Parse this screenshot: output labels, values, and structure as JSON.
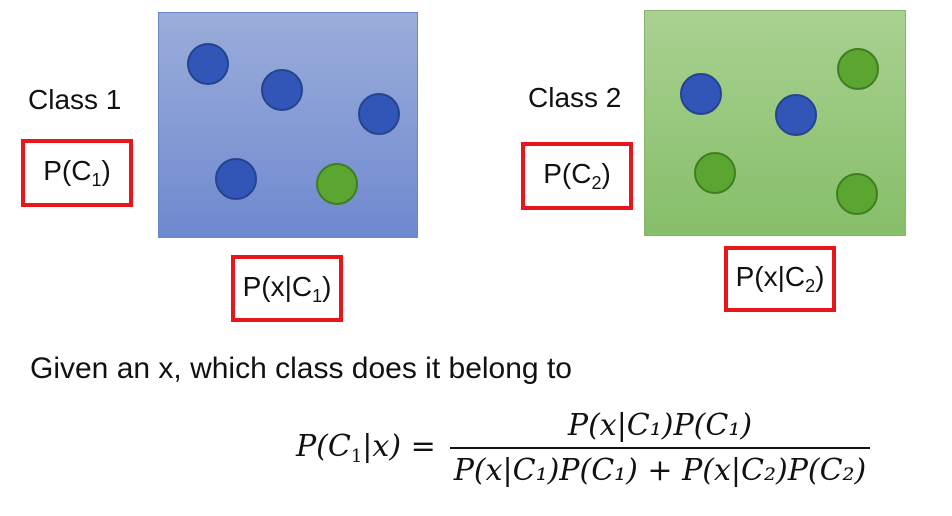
{
  "class1": {
    "label": "Class 1",
    "prior": {
      "main": "P(C",
      "sub": "1",
      "close": ")"
    },
    "likelihood": {
      "main": "P(x|C",
      "sub": "1",
      "close": ")"
    },
    "box_color": "#7d95d4",
    "dots": [
      "blue",
      "blue",
      "blue",
      "blue",
      "green"
    ]
  },
  "class2": {
    "label": "Class 2",
    "prior": {
      "main": "P(C",
      "sub": "2",
      "close": ")"
    },
    "likelihood": {
      "main": "P(x|C",
      "sub": "2",
      "close": ")"
    },
    "box_color": "#97c77c",
    "dots": [
      "blue",
      "blue",
      "green",
      "green",
      "green"
    ]
  },
  "question": "Given an x, which class does it belong to",
  "formula": {
    "lhs": "P(C",
    "lhs_sub": "1",
    "lhs_tail": "|x) =",
    "numerator": "P(x|C₁)P(C₁)",
    "denominator": "P(x|C₁)P(C₁) + P(x|C₂)P(C₂)"
  },
  "colors": {
    "highlight_border": "#e8151b",
    "blue_dot": "#3256b8",
    "green_dot": "#5ba631"
  }
}
